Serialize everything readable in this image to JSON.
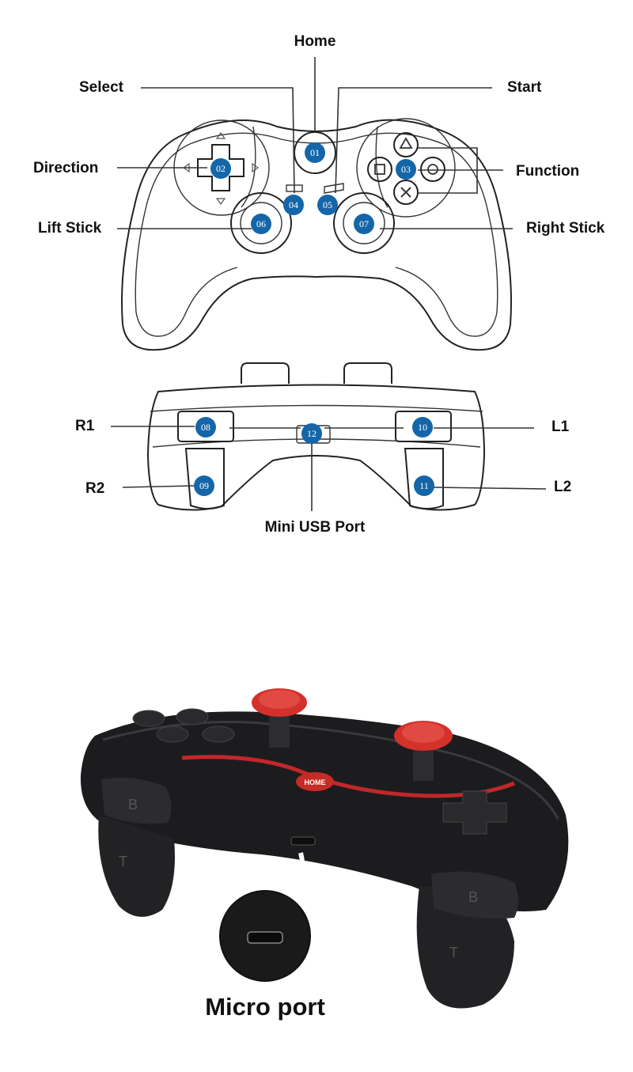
{
  "labels": {
    "home": "Home",
    "select": "Select",
    "start": "Start",
    "direction": "Direction",
    "function": "Function",
    "left_stick": "Lift Stick",
    "right_stick": "Right Stick",
    "r1": "R1",
    "l1": "L1",
    "r2": "R2",
    "l2": "L2",
    "usb": "Mini USB Port"
  },
  "badges": {
    "b01": "01",
    "b02": "02",
    "b03": "03",
    "b04": "04",
    "b05": "05",
    "b06": "06",
    "b07": "07",
    "b08": "08",
    "b09": "09",
    "b10": "10",
    "b11": "11",
    "b12": "12"
  },
  "photo": {
    "caption": "Micro port",
    "home_button_text": "HOME",
    "trigger_letters": [
      "B",
      "T",
      "B",
      "T"
    ]
  },
  "colors": {
    "badge_fill": "#1466a8",
    "thumbstick_red": "#d4312b",
    "controller_body": "#1c1c1e"
  }
}
